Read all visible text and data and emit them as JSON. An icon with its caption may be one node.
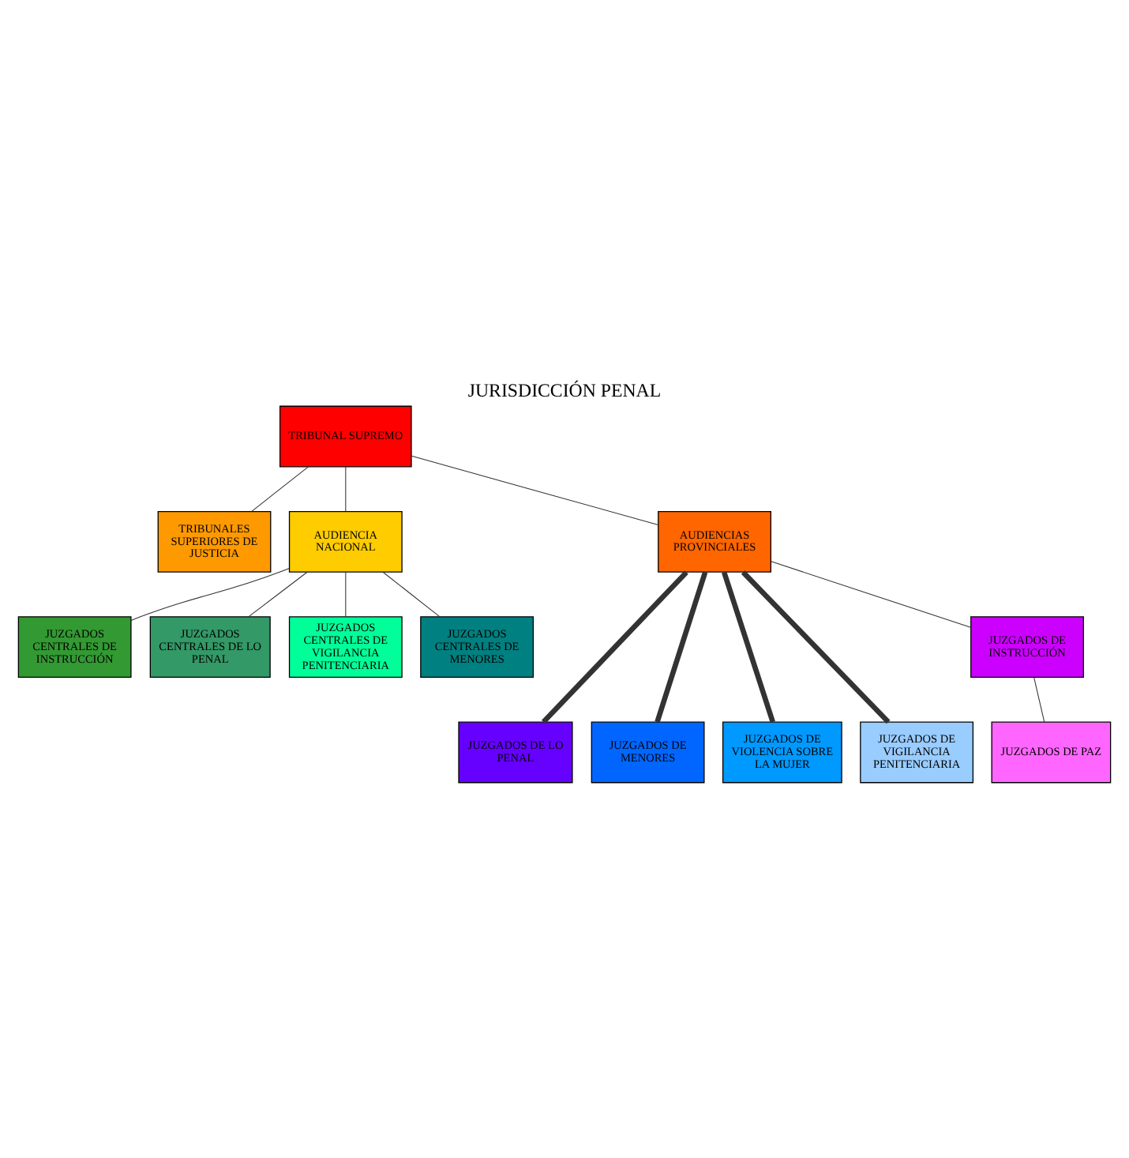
{
  "diagram": {
    "title": "JURISDICCIÓN PENAL",
    "nodes": [
      {
        "text": [
          "TRIBUNAL SUPREMO"
        ]
      },
      {
        "text": [
          "TRIBUNALES SUPERIORES DE JUSTICIA"
        ]
      },
      {
        "text": [
          "AUDIENCIA NACIONAL"
        ]
      },
      {
        "text": [
          "AUDIENCIAS PROVINCIALES"
        ]
      },
      {
        "text": [
          "JUZGADOS CENTRALES DE INSTRUCCIÓN"
        ]
      },
      {
        "text": [
          "JUZGADOS CENTRALES DE LO PENAL"
        ]
      },
      {
        "text": [
          "JUZGADOS CENTRALES DE VIGILANCIA PENITENCIARIA"
        ]
      },
      {
        "text": [
          "JUZGADOS CENTRALES DE MENORES"
        ]
      },
      {
        "text": [
          "JUZGADOS DE LO PENAL"
        ]
      },
      {
        "text": [
          "JUZGADOS DE MENORES"
        ]
      },
      {
        "text": [
          "JUZGADOS DE VIOLENCIA SOBRE LA MUJER"
        ]
      },
      {
        "text": [
          "JUZGADOS DE VIGILANCIA PENITENCIARIA"
        ]
      },
      {
        "text": [
          "JUZGADOS DE INSTRUCCIÓN"
        ]
      },
      {
        "text": [
          "JUZGADOS DE PAZ"
        ]
      }
    ],
    "edges": [
      {
        "from": 0,
        "to": 3,
        "arrow": "none"
      },
      {
        "from": 0,
        "to": 1,
        "arrow": "none"
      },
      {
        "from": 0,
        "to": 2,
        "arrow": "none"
      },
      {
        "from": 2,
        "to": 4,
        "arrow": "none"
      },
      {
        "from": 2,
        "to": 5,
        "arrow": "none"
      },
      {
        "from": 2,
        "to": 6,
        "arrow": "none"
      },
      {
        "from": 2,
        "to": 7,
        "arrow": "none"
      },
      {
        "from": 3,
        "to": 8,
        "arrow": "none",
        "style": "thick"
      },
      {
        "from": 3,
        "to": 9,
        "arrow": "none",
        "style": "thick"
      },
      {
        "from": 3,
        "to": 10,
        "arrow": "none",
        "style": "thick"
      },
      {
        "from": 3,
        "to": 11,
        "arrow": "none",
        "style": "thick"
      },
      {
        "from": 3,
        "to": 12,
        "arrow": "none"
      },
      {
        "from": 12,
        "to": 13,
        "arrow": "none"
      }
    ]
  }
}
